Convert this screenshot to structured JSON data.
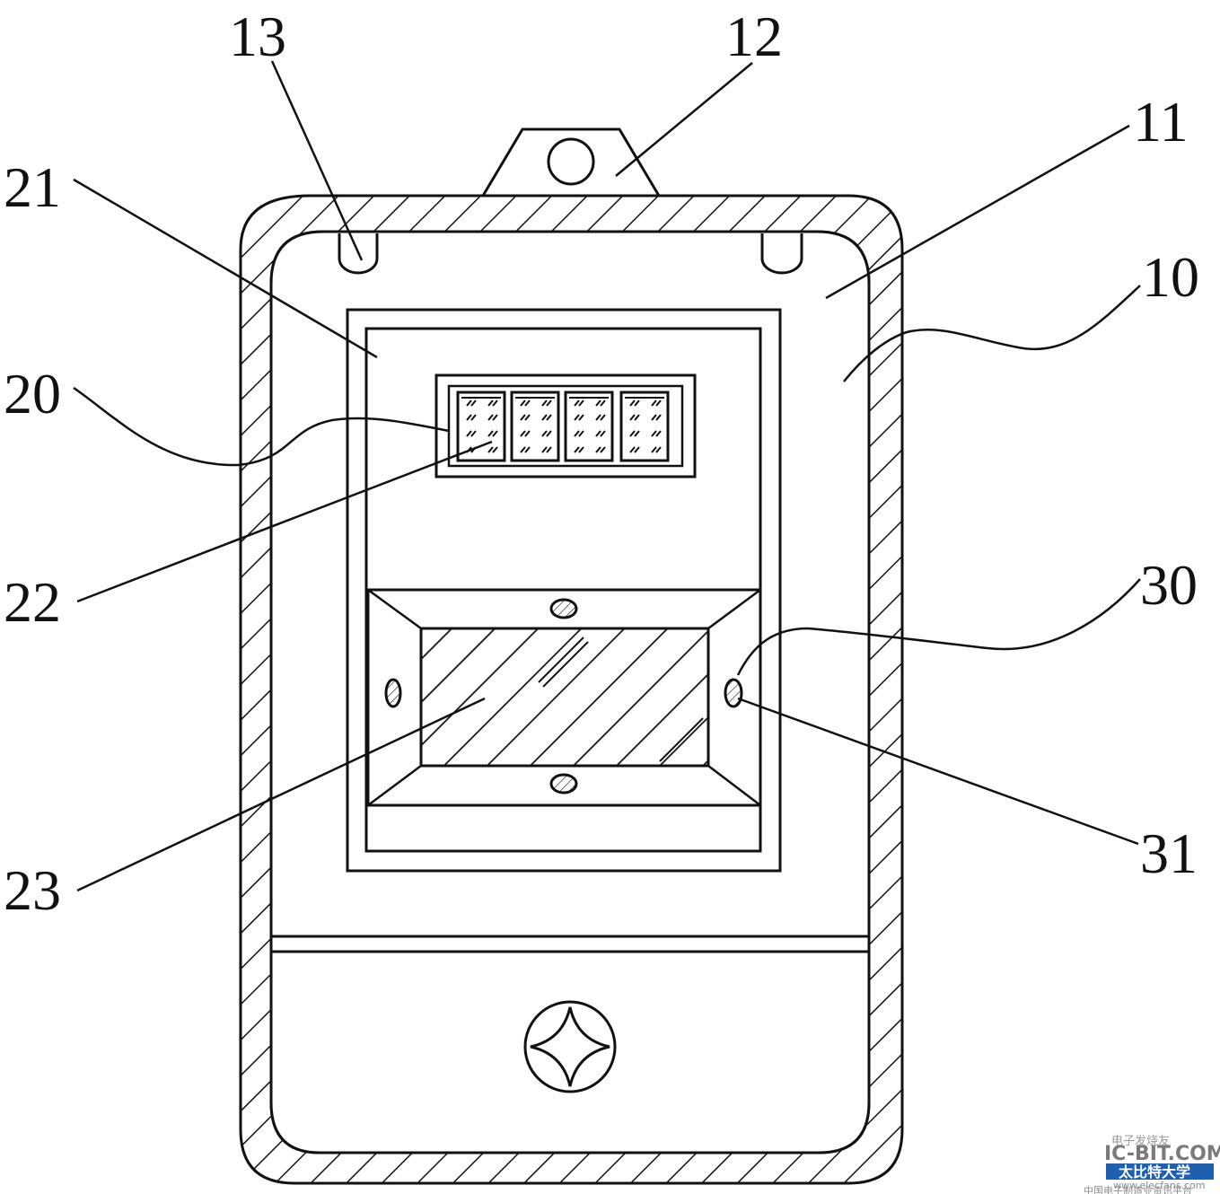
{
  "figure": {
    "labels": {
      "l10": "10",
      "l11": "11",
      "l12": "12",
      "l13": "13",
      "l20": "20",
      "l21": "21",
      "l22": "22",
      "l23": "23",
      "l30": "30",
      "l31": "31"
    },
    "stroke_color": "#111111",
    "background_color": "#ffffff"
  },
  "watermark": {
    "brand": "IC-BIT.COM",
    "banner": "太比特大学",
    "url": "www.elecfans.com",
    "tagline": "中国电子制造业资讯平台",
    "logo_text": "电子发烧友",
    "banner_color": "#1f5fb0"
  }
}
